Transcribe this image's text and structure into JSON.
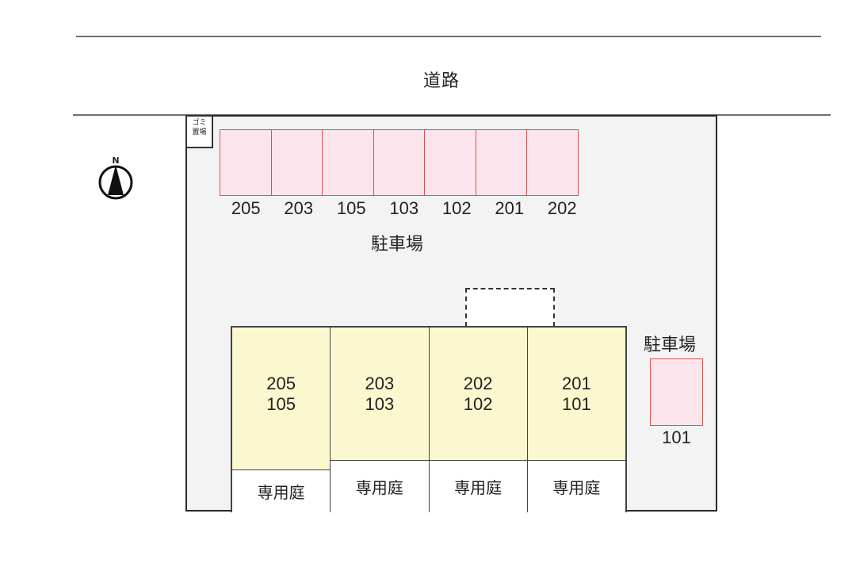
{
  "road": {
    "label": "道路"
  },
  "garbage_area": {
    "line1": "ゴミ",
    "line2": "置場"
  },
  "compass": {
    "label": "N",
    "icon": "north-arrow-icon"
  },
  "parking_top": {
    "label": "駐車場",
    "slots": [
      "205",
      "203",
      "105",
      "103",
      "102",
      "201",
      "202"
    ],
    "fill_color": "#fbe4ec",
    "border_color": "#d9534f"
  },
  "parking_side": {
    "label": "駐車場",
    "slots": [
      "101"
    ]
  },
  "building": {
    "fill_color": "#fbf7cf",
    "units": [
      {
        "upper": "205",
        "lower": "105",
        "garden": "専用庭"
      },
      {
        "upper": "203",
        "lower": "103",
        "garden": "専用庭"
      },
      {
        "upper": "202",
        "lower": "102",
        "garden": "専用庭"
      },
      {
        "upper": "201",
        "lower": "101",
        "garden": "専用庭"
      }
    ]
  }
}
